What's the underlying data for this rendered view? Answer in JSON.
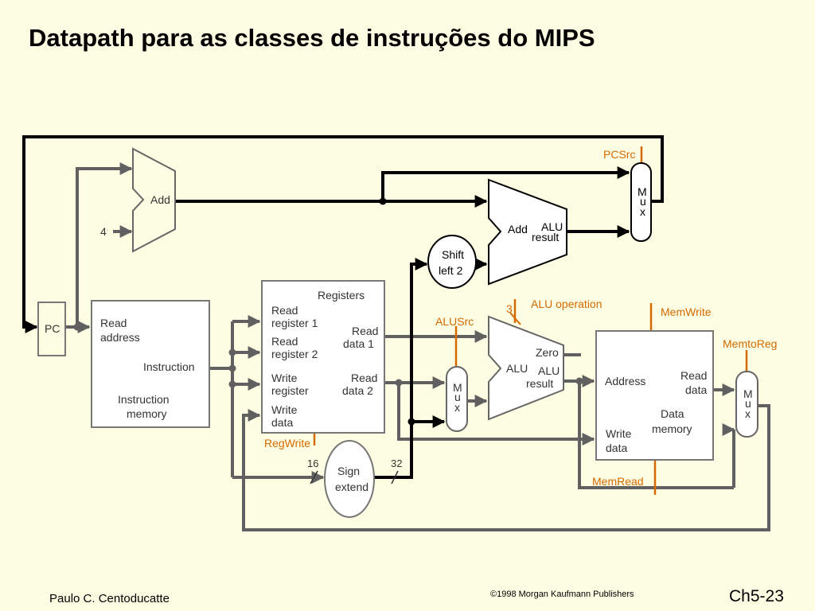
{
  "title": "Datapath para as classes de instruções do MIPS",
  "footer": {
    "author": "Paulo C. Centoducatte",
    "copyright": "©1998 Morgan Kaufmann Publishers",
    "page": "Ch5-23"
  },
  "colors": {
    "background": "#fdfde3",
    "wire_gray": "#606060",
    "wire_black": "#000000",
    "control": "#d46a00"
  },
  "blocks": {
    "pc": "PC",
    "adder_top": "Add",
    "four": "4",
    "branch_adder": {
      "add": "Add",
      "alu": "ALU",
      "result": "result"
    },
    "shift": {
      "line1": "Shift",
      "line2": "left 2"
    },
    "imem": {
      "read": "Read",
      "address": "address",
      "instruction": "Instruction",
      "name1": "Instruction",
      "name2": "memory"
    },
    "regs": {
      "title": "Registers",
      "rr1a": "Read",
      "rr1b": "register 1",
      "rr2a": "Read",
      "rr2b": "register 2",
      "wra": "Write",
      "wrb": "register",
      "wda": "Write",
      "wdb": "data",
      "rd1a": "Read",
      "rd1b": "data 1",
      "rd2a": "Read",
      "rd2b": "data 2"
    },
    "sign": {
      "line1": "Sign",
      "line2": "extend",
      "in_bits": "16",
      "out_bits": "32"
    },
    "alu": {
      "name": "ALU",
      "zero": "Zero",
      "alu": "ALU",
      "result": "result"
    },
    "dmem": {
      "address": "Address",
      "rda": "Read",
      "rdb": "data",
      "wda": "Write",
      "wdb": "data",
      "name1": "Data",
      "name2": "memory"
    },
    "mux_letters": [
      "M",
      "u",
      "x"
    ]
  },
  "controls": {
    "pcsrc": "PCSrc",
    "alu_operation": "ALU operation",
    "alu_op_bits": "3",
    "alusrc": "ALUSrc",
    "memwrite": "MemWrite",
    "memtoreg": "MemtoReg",
    "regwrite": "RegWrite",
    "memread": "MemRead"
  }
}
